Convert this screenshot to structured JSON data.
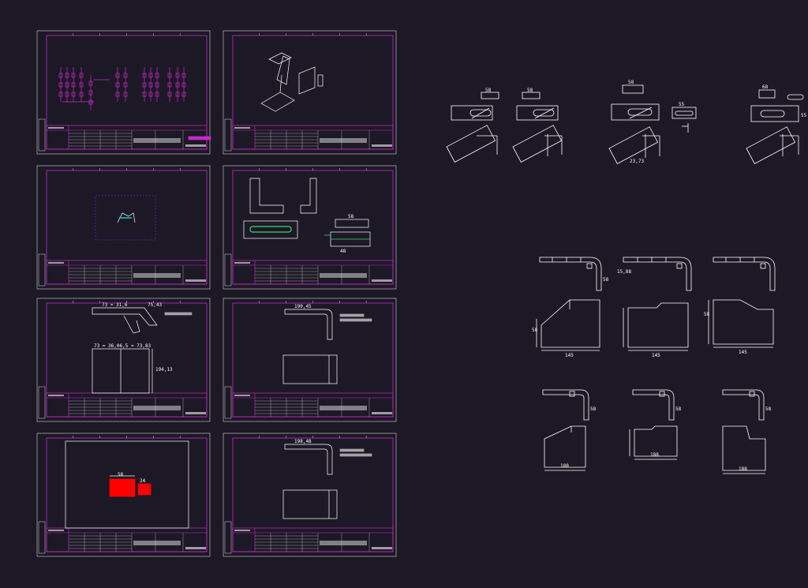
{
  "colors": {
    "background": "#1c1826",
    "frame": "#c62bc6",
    "line": "#ffffff",
    "inner_frame": "#d6d6d6",
    "highlight_red": "#ff0000",
    "detail_blue": "#3a3ad6",
    "detail_green": "#3fd66a",
    "detail_cyan": "#27d3d3"
  },
  "sheets": [
    {
      "id": "sheet-1",
      "content": "electrical-schematic"
    },
    {
      "id": "sheet-2",
      "content": "isometric-assembly"
    },
    {
      "id": "sheet-3",
      "content": "section-detail"
    },
    {
      "id": "sheet-4",
      "content": "l-bracket-views",
      "dims": [
        "58",
        "48"
      ]
    },
    {
      "id": "sheet-5",
      "content": "profile-elevation",
      "dims": [
        "73 = 31,6",
        "75,43",
        "73 = 36,06,5 = 73,83",
        "194,13"
      ]
    },
    {
      "id": "sheet-6",
      "content": "bend-profile",
      "dims": [
        "190,45"
      ]
    },
    {
      "id": "sheet-7",
      "content": "red-highlight-plan",
      "dims": [
        "58",
        "24"
      ]
    },
    {
      "id": "sheet-8",
      "content": "bend-profile",
      "dims": [
        "198,48"
      ]
    }
  ],
  "slots": {
    "top_dims": [
      "58",
      "58",
      "58",
      "55",
      "68",
      "55"
    ],
    "extra_dims": [
      "23,73"
    ]
  },
  "profiles": {
    "dims": [
      "58",
      "58",
      "145",
      "145",
      "145",
      "15,88",
      "58"
    ]
  },
  "small_profiles": {
    "dims": [
      "58",
      "58",
      "58",
      "180",
      "188",
      "188"
    ]
  }
}
